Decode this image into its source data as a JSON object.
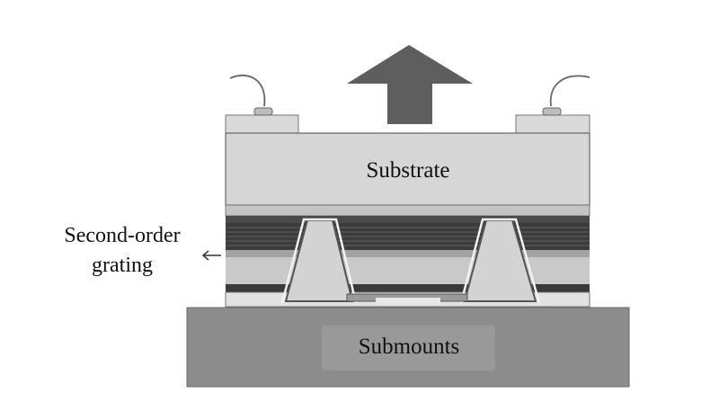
{
  "labels": {
    "substrate": "Substrate",
    "grating_line1": "Second-order",
    "grating_line2": "grating",
    "submounts": "Submounts"
  },
  "colors": {
    "arrow": "#5e5e5e",
    "substrate": "#d6d6d6",
    "submount": "#8c8c8c",
    "submount_label_bg": "#999999",
    "layer_dark": "#3c3c3c",
    "layer_mid": "#a3a3a3",
    "layer_light": "#c9c9c9",
    "mesa": "#d3d3d3",
    "outline": "#555555"
  }
}
